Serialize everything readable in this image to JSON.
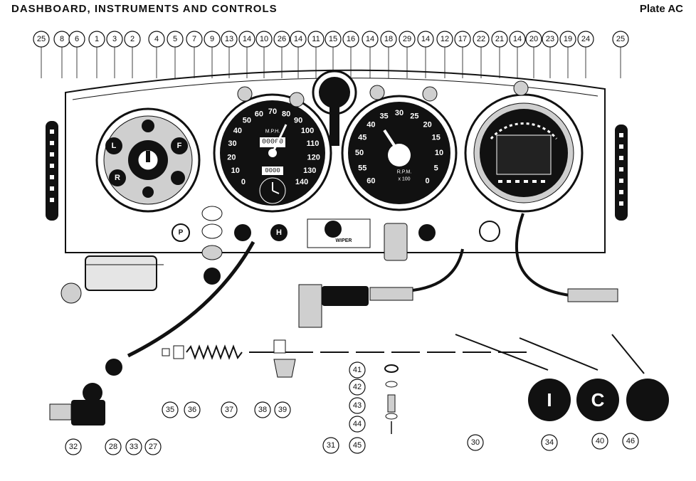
{
  "header": {
    "title": "DASHBOARD, INSTRUMENTS AND CONTROLS",
    "plate": "Plate AC"
  },
  "top_callouts": [
    "25",
    "8",
    "6",
    "1",
    "3",
    "2",
    "4",
    "5",
    "7",
    "9",
    "13",
    "14",
    "10",
    "26",
    "14",
    "11",
    "15",
    "16",
    "14",
    "18",
    "29",
    "14",
    "12",
    "17",
    "22",
    "21",
    "14",
    "20",
    "23",
    "19",
    "24",
    "25"
  ],
  "bottom_callouts": [
    "32",
    "28",
    "33",
    "27",
    "35",
    "36",
    "37",
    "38",
    "39",
    "31",
    "41",
    "42",
    "43",
    "44",
    "45",
    "30",
    "34",
    "40",
    "46"
  ],
  "speedometer": {
    "unit": "M.P.H.",
    "ticks": [
      "0",
      "10",
      "20",
      "30",
      "40",
      "50",
      "60",
      "70",
      "80",
      "90",
      "100",
      "110",
      "120",
      "130",
      "140"
    ],
    "odometer": "00000",
    "trip": "0000"
  },
  "tachometer": {
    "unit": "R.P.M.",
    "unit_sub": "x 100",
    "ticks": [
      "60",
      "55",
      "50",
      "45",
      "40",
      "35",
      "30",
      "25",
      "20",
      "15",
      "10",
      "5",
      "0"
    ]
  },
  "control_labels": {
    "wiper": "WIPER",
    "panel_f": "F",
    "panel_r": "R",
    "panel_l": "L",
    "panel_p": "P",
    "panel_h": "H"
  },
  "knobs": {
    "ignition": "I",
    "choke": "C"
  }
}
